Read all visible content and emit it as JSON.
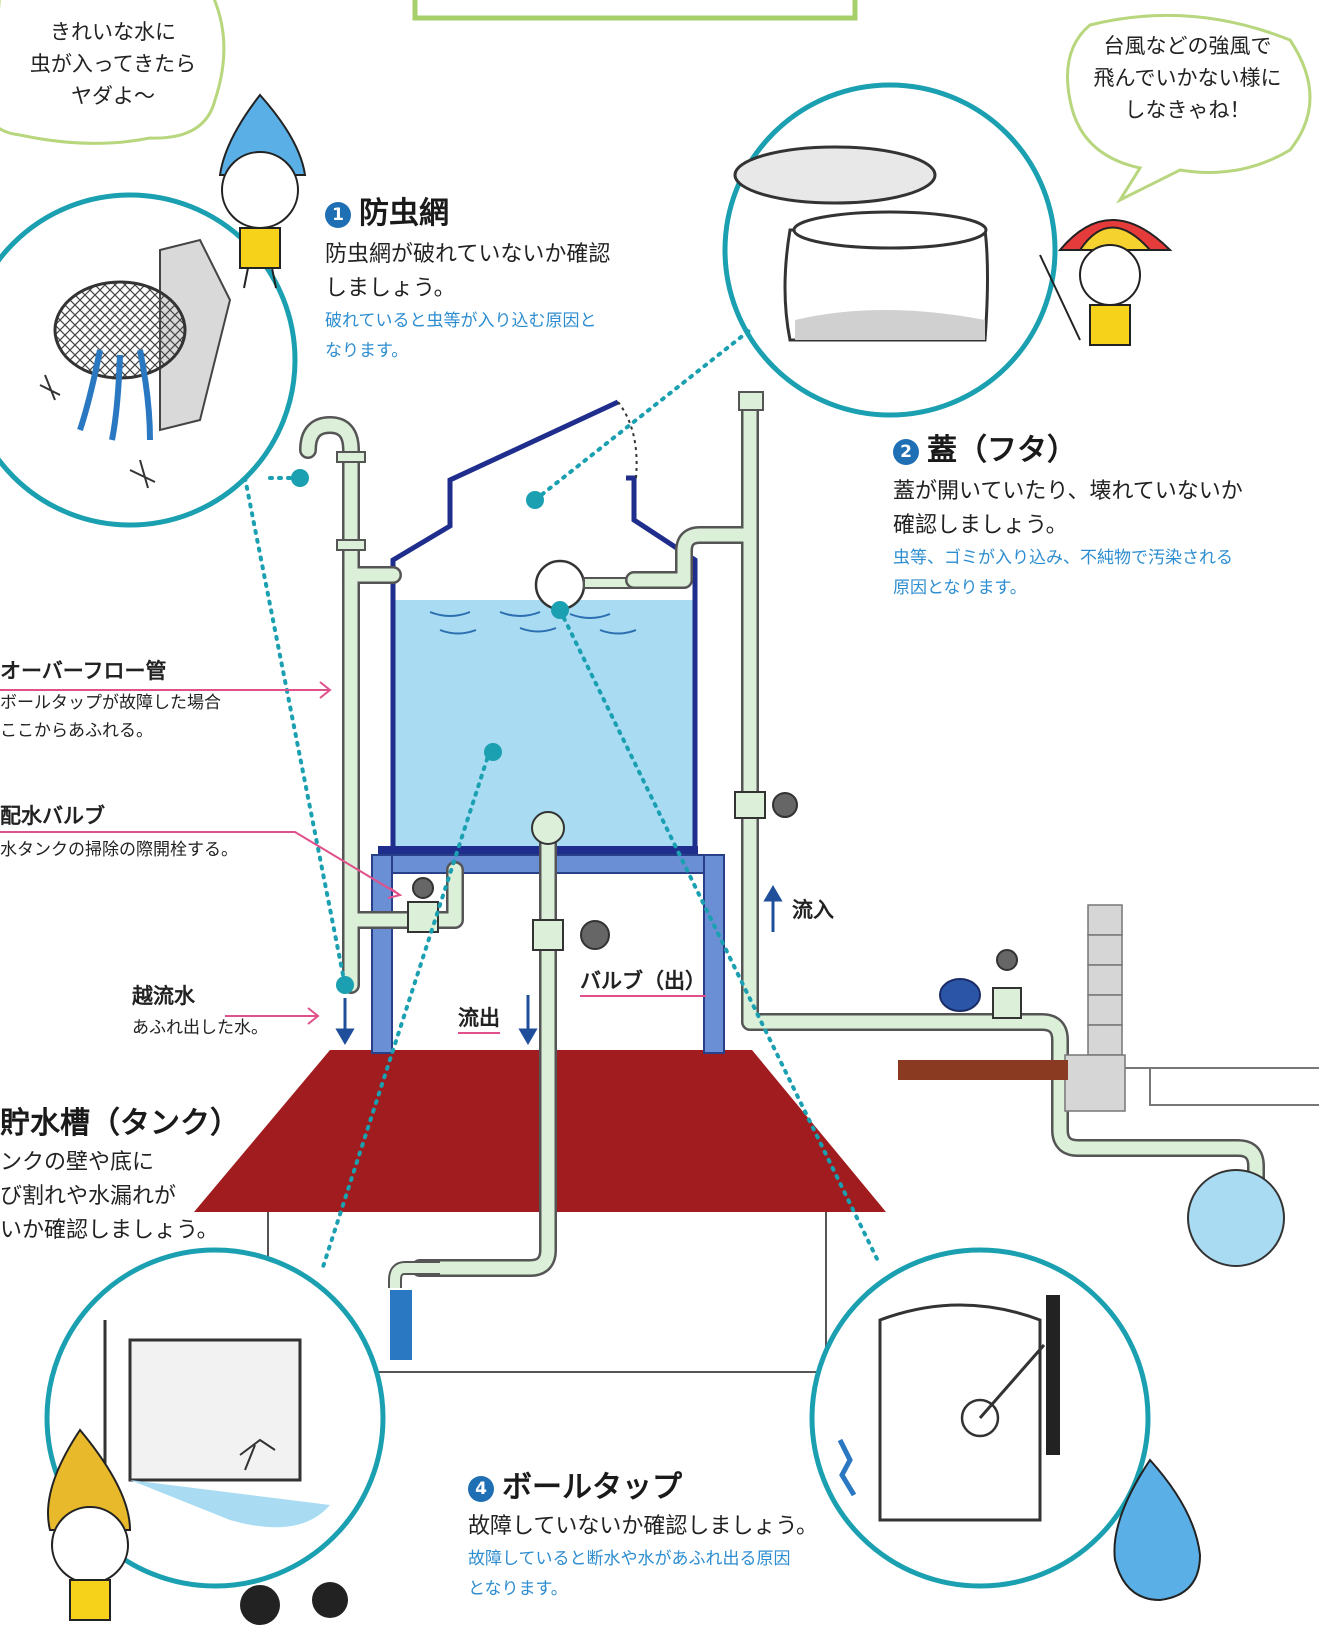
{
  "colors": {
    "pipe_fill": "#dcefd9",
    "pipe_stroke": "#555555",
    "water": "#a9dcf3",
    "tank_outline": "#1f2d8c",
    "stand": "#6a8fd4",
    "roof": "#a01c1e",
    "teal_ring": "#1aa0b0",
    "accent_blue": "#2d8dd0",
    "pink_arrow": "#e0508a"
  },
  "bubbles": {
    "left": [
      "きれいな水に",
      "虫が入ってきたら",
      "ヤダよ〜"
    ],
    "right": [
      "台風などの強風で",
      "飛んでいかない様に",
      "しなきゃね！"
    ]
  },
  "sections": {
    "s1": {
      "num": "1",
      "title": "防虫網",
      "body": [
        "防虫網が破れていないか確認",
        "しましょう。"
      ],
      "note": [
        "破れていると虫等が入り込む原因と",
        "なります。"
      ]
    },
    "s2": {
      "num": "2",
      "title": "蓋（フタ）",
      "body": [
        "蓋が開いていたり、壊れていないか",
        "確認しましょう。"
      ],
      "note": [
        "虫等、ゴミが入り込み、不純物で汚染される",
        "原因となります。"
      ]
    },
    "s3": {
      "title": "貯水槽（タンク）",
      "body": [
        "ンクの壁や底に",
        "び割れや水漏れが",
        "いか確認しましょう。"
      ]
    },
    "s4": {
      "num": "4",
      "title": "ボールタップ",
      "body": [
        "故障していないか確認しましょう。"
      ],
      "note": [
        "故障していると断水や水があふれ出る原因",
        "となります。"
      ]
    }
  },
  "labels": {
    "overflow_title": "オーバーフロー管",
    "overflow_desc": [
      "ボールタップが故障した場合",
      "ここからあふれる。"
    ],
    "drain_title": "配水バルブ",
    "drain_desc": "水タンクの掃除の際開栓する。",
    "overflow_water_title": "越流水",
    "overflow_water_desc": "あふれ出した水。",
    "outflow": "流出",
    "valve_out": "バルブ（出）",
    "inflow": "流入"
  }
}
